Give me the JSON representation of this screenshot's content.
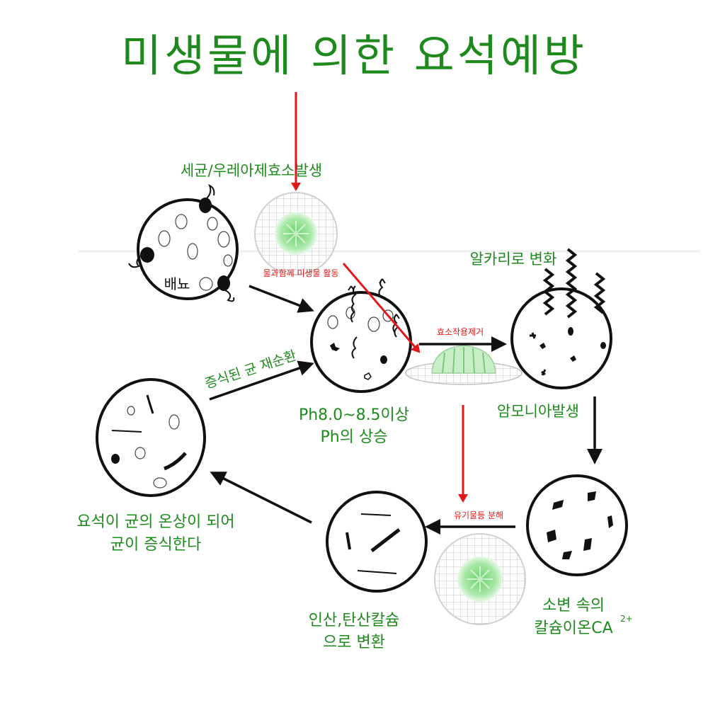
{
  "title": "미생물에 의한 요석예방",
  "labels": {
    "bacteria_enzyme": "세균/우레아제효소발생",
    "urine": "배뇨",
    "microbe_activity": "물과함께 미생물 활동",
    "alkaline": "알카리로 변화",
    "enzyme_removal": "효소작용제거",
    "ph_line1": "Ph8.0~8.5이상",
    "ph_line2": "Ph의 상승",
    "ammonia": "암모니아발생",
    "recirculate": "증식된 균 재순환",
    "organic_decompose": "유기물등 분해",
    "calcium_line1": "소변 속의",
    "calcium_line2": "칼슘이온CA",
    "calcium_sup": "2+",
    "phosphate_line1": "인산,탄산칼슘",
    "phosphate_line2": "으로 변환",
    "stone_line1": "요석이 균의 온상이 되어",
    "stone_line2": "균이 증식한다"
  },
  "colors": {
    "text_green": "#1e8a1e",
    "arrow_red": "#e01818",
    "filter_green": "#7fd87f"
  }
}
